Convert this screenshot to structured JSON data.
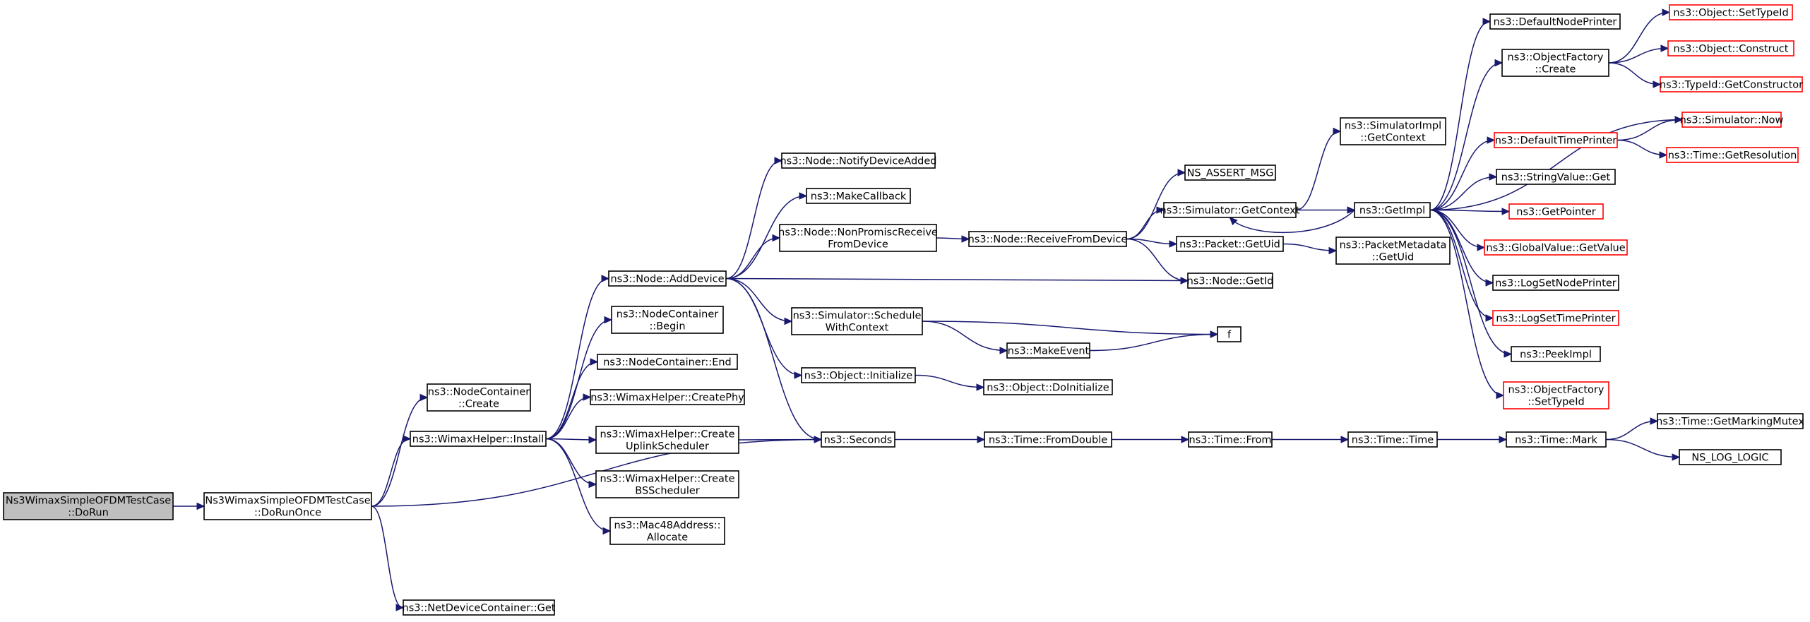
{
  "nodes": [
    {
      "id": "dorun",
      "lines": [
        "Ns3WimaxSimpleOFDMTestCase",
        "::DoRun"
      ],
      "root": true
    },
    {
      "id": "doruonce",
      "lines": [
        "Ns3WimaxSimpleOFDMTestCase",
        "::DoRunOnce"
      ]
    },
    {
      "id": "nccreate",
      "lines": [
        "ns3::NodeContainer",
        "::Create"
      ]
    },
    {
      "id": "install",
      "lines": [
        "ns3::WimaxHelper::Install"
      ]
    },
    {
      "id": "ndcget",
      "lines": [
        "ns3::NetDeviceContainer::Get"
      ]
    },
    {
      "id": "adddevice",
      "lines": [
        "ns3::Node::AddDevice"
      ]
    },
    {
      "id": "ncbegin",
      "lines": [
        "ns3::NodeContainer",
        "::Begin"
      ]
    },
    {
      "id": "ncend",
      "lines": [
        "ns3::NodeContainer::End"
      ]
    },
    {
      "id": "createphy",
      "lines": [
        "ns3::WimaxHelper::CreatePhy"
      ]
    },
    {
      "id": "createul",
      "lines": [
        "ns3::WimaxHelper::Create",
        "UplinkScheduler"
      ]
    },
    {
      "id": "createbs",
      "lines": [
        "ns3::WimaxHelper::Create",
        "BSScheduler"
      ]
    },
    {
      "id": "mac48",
      "lines": [
        "ns3::Mac48Address::",
        "Allocate"
      ]
    },
    {
      "id": "notify",
      "lines": [
        "ns3::Node::NotifyDeviceAdded"
      ]
    },
    {
      "id": "makecb",
      "lines": [
        "ns3::MakeCallback"
      ]
    },
    {
      "id": "nonpromisc",
      "lines": [
        "ns3::Node::NonPromiscReceive",
        "FromDevice"
      ]
    },
    {
      "id": "schedctx",
      "lines": [
        "ns3::Simulator::Schedule",
        "WithContext"
      ]
    },
    {
      "id": "objinit",
      "lines": [
        "ns3::Object::Initialize"
      ]
    },
    {
      "id": "seconds",
      "lines": [
        "ns3::Seconds"
      ]
    },
    {
      "id": "recvfrom",
      "lines": [
        "ns3::Node::ReceiveFromDevice"
      ]
    },
    {
      "id": "makeevent",
      "lines": [
        "ns3::MakeEvent"
      ]
    },
    {
      "id": "doinit",
      "lines": [
        "ns3::Object::DoInitialize"
      ]
    },
    {
      "id": "fromdouble",
      "lines": [
        "ns3::Time::FromDouble"
      ]
    },
    {
      "id": "assertmsg",
      "lines": [
        "NS_ASSERT_MSG"
      ]
    },
    {
      "id": "getctx",
      "lines": [
        "ns3::Simulator::GetContext"
      ]
    },
    {
      "id": "getuid",
      "lines": [
        "ns3::Packet::GetUid"
      ]
    },
    {
      "id": "nodegetid",
      "lines": [
        "ns3::Node::GetId"
      ]
    },
    {
      "id": "f",
      "lines": [
        "f"
      ]
    },
    {
      "id": "timefrom",
      "lines": [
        "ns3::Time::From"
      ]
    },
    {
      "id": "simimplctx",
      "lines": [
        "ns3::SimulatorImpl",
        "::GetContext"
      ]
    },
    {
      "id": "pmgetuid",
      "lines": [
        "ns3::PacketMetadata",
        "::GetUid"
      ]
    },
    {
      "id": "timetime",
      "lines": [
        "ns3::Time::Time"
      ]
    },
    {
      "id": "getimpl",
      "lines": [
        "ns3::GetImpl"
      ]
    },
    {
      "id": "defnodeprinter",
      "lines": [
        "ns3::DefaultNodePrinter"
      ]
    },
    {
      "id": "ofcreate",
      "lines": [
        "ns3::ObjectFactory",
        "::Create"
      ]
    },
    {
      "id": "deftimeprinter",
      "lines": [
        "ns3::DefaultTimePrinter"
      ],
      "ext": true
    },
    {
      "id": "svget",
      "lines": [
        "ns3::StringValue::Get"
      ]
    },
    {
      "id": "getpointer",
      "lines": [
        "ns3::GetPointer"
      ],
      "ext": true
    },
    {
      "id": "gvgetvalue",
      "lines": [
        "ns3::GlobalValue::GetValue"
      ],
      "ext": true
    },
    {
      "id": "logsetnode",
      "lines": [
        "ns3::LogSetNodePrinter"
      ]
    },
    {
      "id": "logsettime",
      "lines": [
        "ns3::LogSetTimePrinter"
      ],
      "ext": true
    },
    {
      "id": "peekimpl",
      "lines": [
        "ns3::PeekImpl"
      ]
    },
    {
      "id": "ofsettype",
      "lines": [
        "ns3::ObjectFactory",
        "::SetTypeId"
      ],
      "ext": true
    },
    {
      "id": "timemark",
      "lines": [
        "ns3::Time::Mark"
      ]
    },
    {
      "id": "objsettype",
      "lines": [
        "ns3::Object::SetTypeId"
      ],
      "ext": true
    },
    {
      "id": "objconstruct",
      "lines": [
        "ns3::Object::Construct"
      ],
      "ext": true
    },
    {
      "id": "typeidctor",
      "lines": [
        "ns3::TypeId::GetConstructor"
      ],
      "ext": true
    },
    {
      "id": "simnow",
      "lines": [
        "ns3::Simulator::Now"
      ],
      "ext": true
    },
    {
      "id": "getres",
      "lines": [
        "ns3::Time::GetResolution"
      ],
      "ext": true
    },
    {
      "id": "getmutex",
      "lines": [
        "ns3::Time::GetMarkingMutex"
      ]
    },
    {
      "id": "nslog",
      "lines": [
        "NS_LOG_LOGIC"
      ]
    }
  ],
  "edges": [
    [
      "dorun",
      "doruonce"
    ],
    [
      "doruonce",
      "nccreate"
    ],
    [
      "doruonce",
      "install"
    ],
    [
      "doruonce",
      "ndcget"
    ],
    [
      "doruonce",
      "seconds"
    ],
    [
      "install",
      "adddevice"
    ],
    [
      "install",
      "ncbegin"
    ],
    [
      "install",
      "ncend"
    ],
    [
      "install",
      "createphy"
    ],
    [
      "install",
      "createul"
    ],
    [
      "install",
      "createbs"
    ],
    [
      "install",
      "mac48"
    ],
    [
      "adddevice",
      "notify"
    ],
    [
      "adddevice",
      "makecb"
    ],
    [
      "adddevice",
      "nonpromisc"
    ],
    [
      "adddevice",
      "schedctx"
    ],
    [
      "adddevice",
      "objinit"
    ],
    [
      "adddevice",
      "seconds"
    ],
    [
      "adddevice",
      "nodegetid"
    ],
    [
      "createul",
      "seconds"
    ],
    [
      "nonpromisc",
      "recvfrom"
    ],
    [
      "recvfrom",
      "assertmsg"
    ],
    [
      "recvfrom",
      "getctx"
    ],
    [
      "recvfrom",
      "getuid"
    ],
    [
      "recvfrom",
      "nodegetid"
    ],
    [
      "schedctx",
      "makeevent"
    ],
    [
      "schedctx",
      "f"
    ],
    [
      "makeevent",
      "f"
    ],
    [
      "objinit",
      "doinit"
    ],
    [
      "seconds",
      "fromdouble"
    ],
    [
      "fromdouble",
      "timefrom"
    ],
    [
      "timefrom",
      "timetime"
    ],
    [
      "timetime",
      "timemark"
    ],
    [
      "getctx",
      "simimplctx"
    ],
    [
      "getctx",
      "getimpl"
    ],
    [
      "getuid",
      "pmgetuid"
    ],
    [
      "getimpl",
      "getctx"
    ],
    [
      "getimpl",
      "defnodeprinter"
    ],
    [
      "getimpl",
      "ofcreate"
    ],
    [
      "getimpl",
      "deftimeprinter"
    ],
    [
      "getimpl",
      "svget"
    ],
    [
      "getimpl",
      "getpointer"
    ],
    [
      "getimpl",
      "gvgetvalue"
    ],
    [
      "getimpl",
      "logsetnode"
    ],
    [
      "getimpl",
      "logsettime"
    ],
    [
      "getimpl",
      "peekimpl"
    ],
    [
      "getimpl",
      "ofsettype"
    ],
    [
      "getimpl",
      "simnow"
    ],
    [
      "ofcreate",
      "objsettype"
    ],
    [
      "ofcreate",
      "objconstruct"
    ],
    [
      "ofcreate",
      "typeidctor"
    ],
    [
      "deftimeprinter",
      "simnow"
    ],
    [
      "deftimeprinter",
      "getres"
    ],
    [
      "timemark",
      "getmutex"
    ],
    [
      "timemark",
      "nslog"
    ]
  ]
}
